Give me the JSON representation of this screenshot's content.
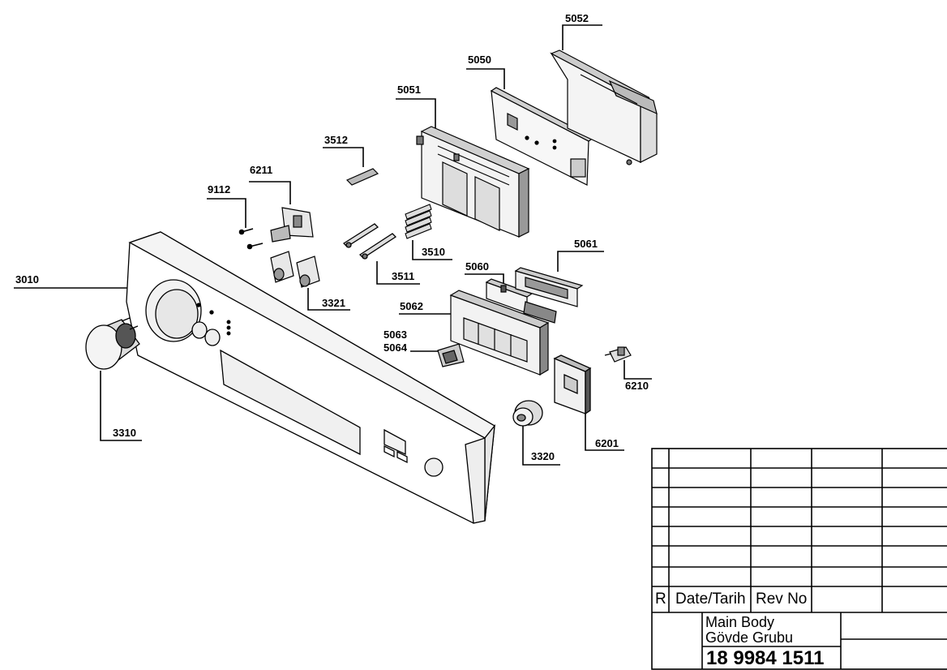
{
  "callouts": {
    "c5052": "5052",
    "c5050": "5050",
    "c5051": "5051",
    "c3512": "3512",
    "c6211": "6211",
    "c9112": "9112",
    "c3510": "3510",
    "c5061": "5061",
    "c5060": "5060",
    "c3511": "3511",
    "c3010": "3010",
    "c3321": "3321",
    "c5062": "5062",
    "c5063": "5063",
    "c5064": "5064",
    "c6210": "6210",
    "c6201": "6201",
    "c3310": "3310",
    "c3320": "3320"
  },
  "title_block": {
    "revision_header": {
      "r": "R",
      "date": "Date/Tarih",
      "rev_no": "Rev No"
    },
    "assembly_name": {
      "line1": "Main Body",
      "line2": "Gövde Grubu"
    },
    "part_number": "18 9984 1511"
  }
}
